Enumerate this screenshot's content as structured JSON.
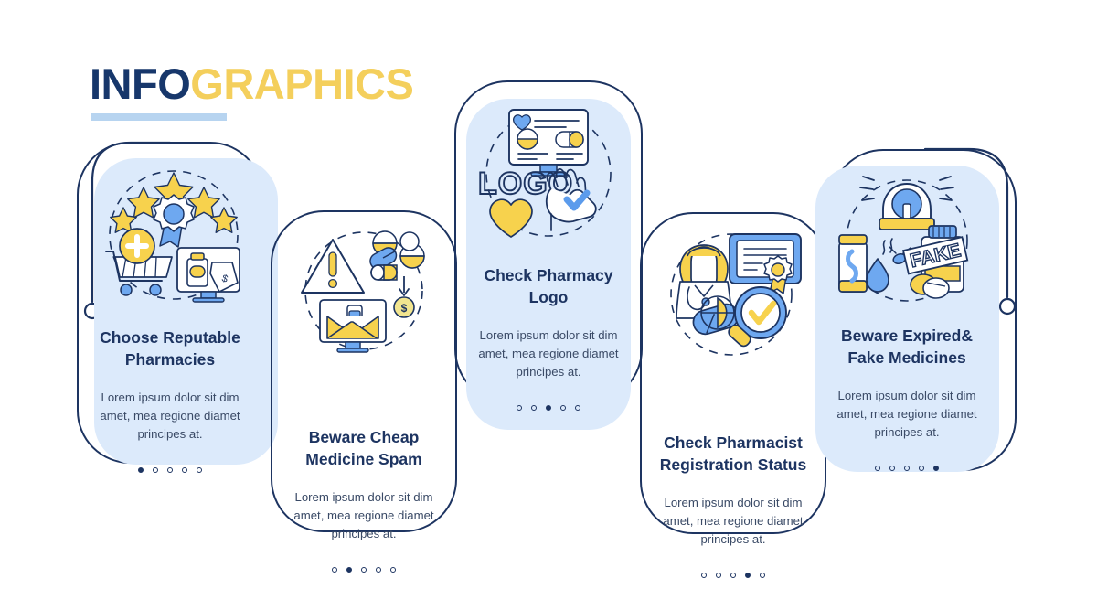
{
  "header": {
    "title_part1": "INFO",
    "title_part2": "GRAPHICS"
  },
  "colors": {
    "navy": "#1d3461",
    "title_navy": "#17376b",
    "gold": "#f4cf5c",
    "rule_blue": "#b7d4f0",
    "card_fill": "#dceafb",
    "blue": "#5b9bec",
    "body_text": "#3a4a66"
  },
  "cards": [
    {
      "id": "card-1",
      "title": "Choose Reputable\nPharmacies",
      "body": "Lorem ipsum dolor sit dim\namet, mea regione diamet\nprincipes at.",
      "icon": "shopping-cart-rating-badge-icon",
      "dots": [
        true,
        false,
        false,
        false,
        false
      ],
      "step": 1
    },
    {
      "id": "card-2",
      "title": "Beware Cheap\nMedicine Spam",
      "body": "Lorem ipsum dolor sit dim\namet, mea regione diamet\nprincipes at.",
      "icon": "warning-spam-envelope-icon",
      "dots": [
        false,
        true,
        false,
        false,
        false
      ],
      "step": 2
    },
    {
      "id": "card-3",
      "title": "Check Pharmacy\nLogo",
      "body": "Lorem ipsum dolor sit dim\namet, mea regione diamet\nprincipes at.",
      "icon": "pharmacy-logo-verify-icon",
      "icon_label": "LOGO",
      "dots": [
        false,
        false,
        true,
        false,
        false
      ],
      "step": 3
    },
    {
      "id": "card-4",
      "title": "Check Pharmacist\nRegistration Status",
      "body": "Lorem ipsum dolor sit dim\namet, mea regione diamet\nprincipes at.",
      "icon": "pharmacist-certificate-check-icon",
      "dots": [
        false,
        false,
        false,
        true,
        false
      ],
      "step": 4
    },
    {
      "id": "card-5",
      "title": "Beware Expired&\nFake Medicines",
      "body": "Lorem ipsum dolor sit dim\namet, mea regione diamet\nprincipes at.",
      "icon": "expired-fake-medicine-alarm-icon",
      "icon_label": "FAKE",
      "dots": [
        false,
        false,
        false,
        false,
        true
      ],
      "step": 5
    }
  ]
}
